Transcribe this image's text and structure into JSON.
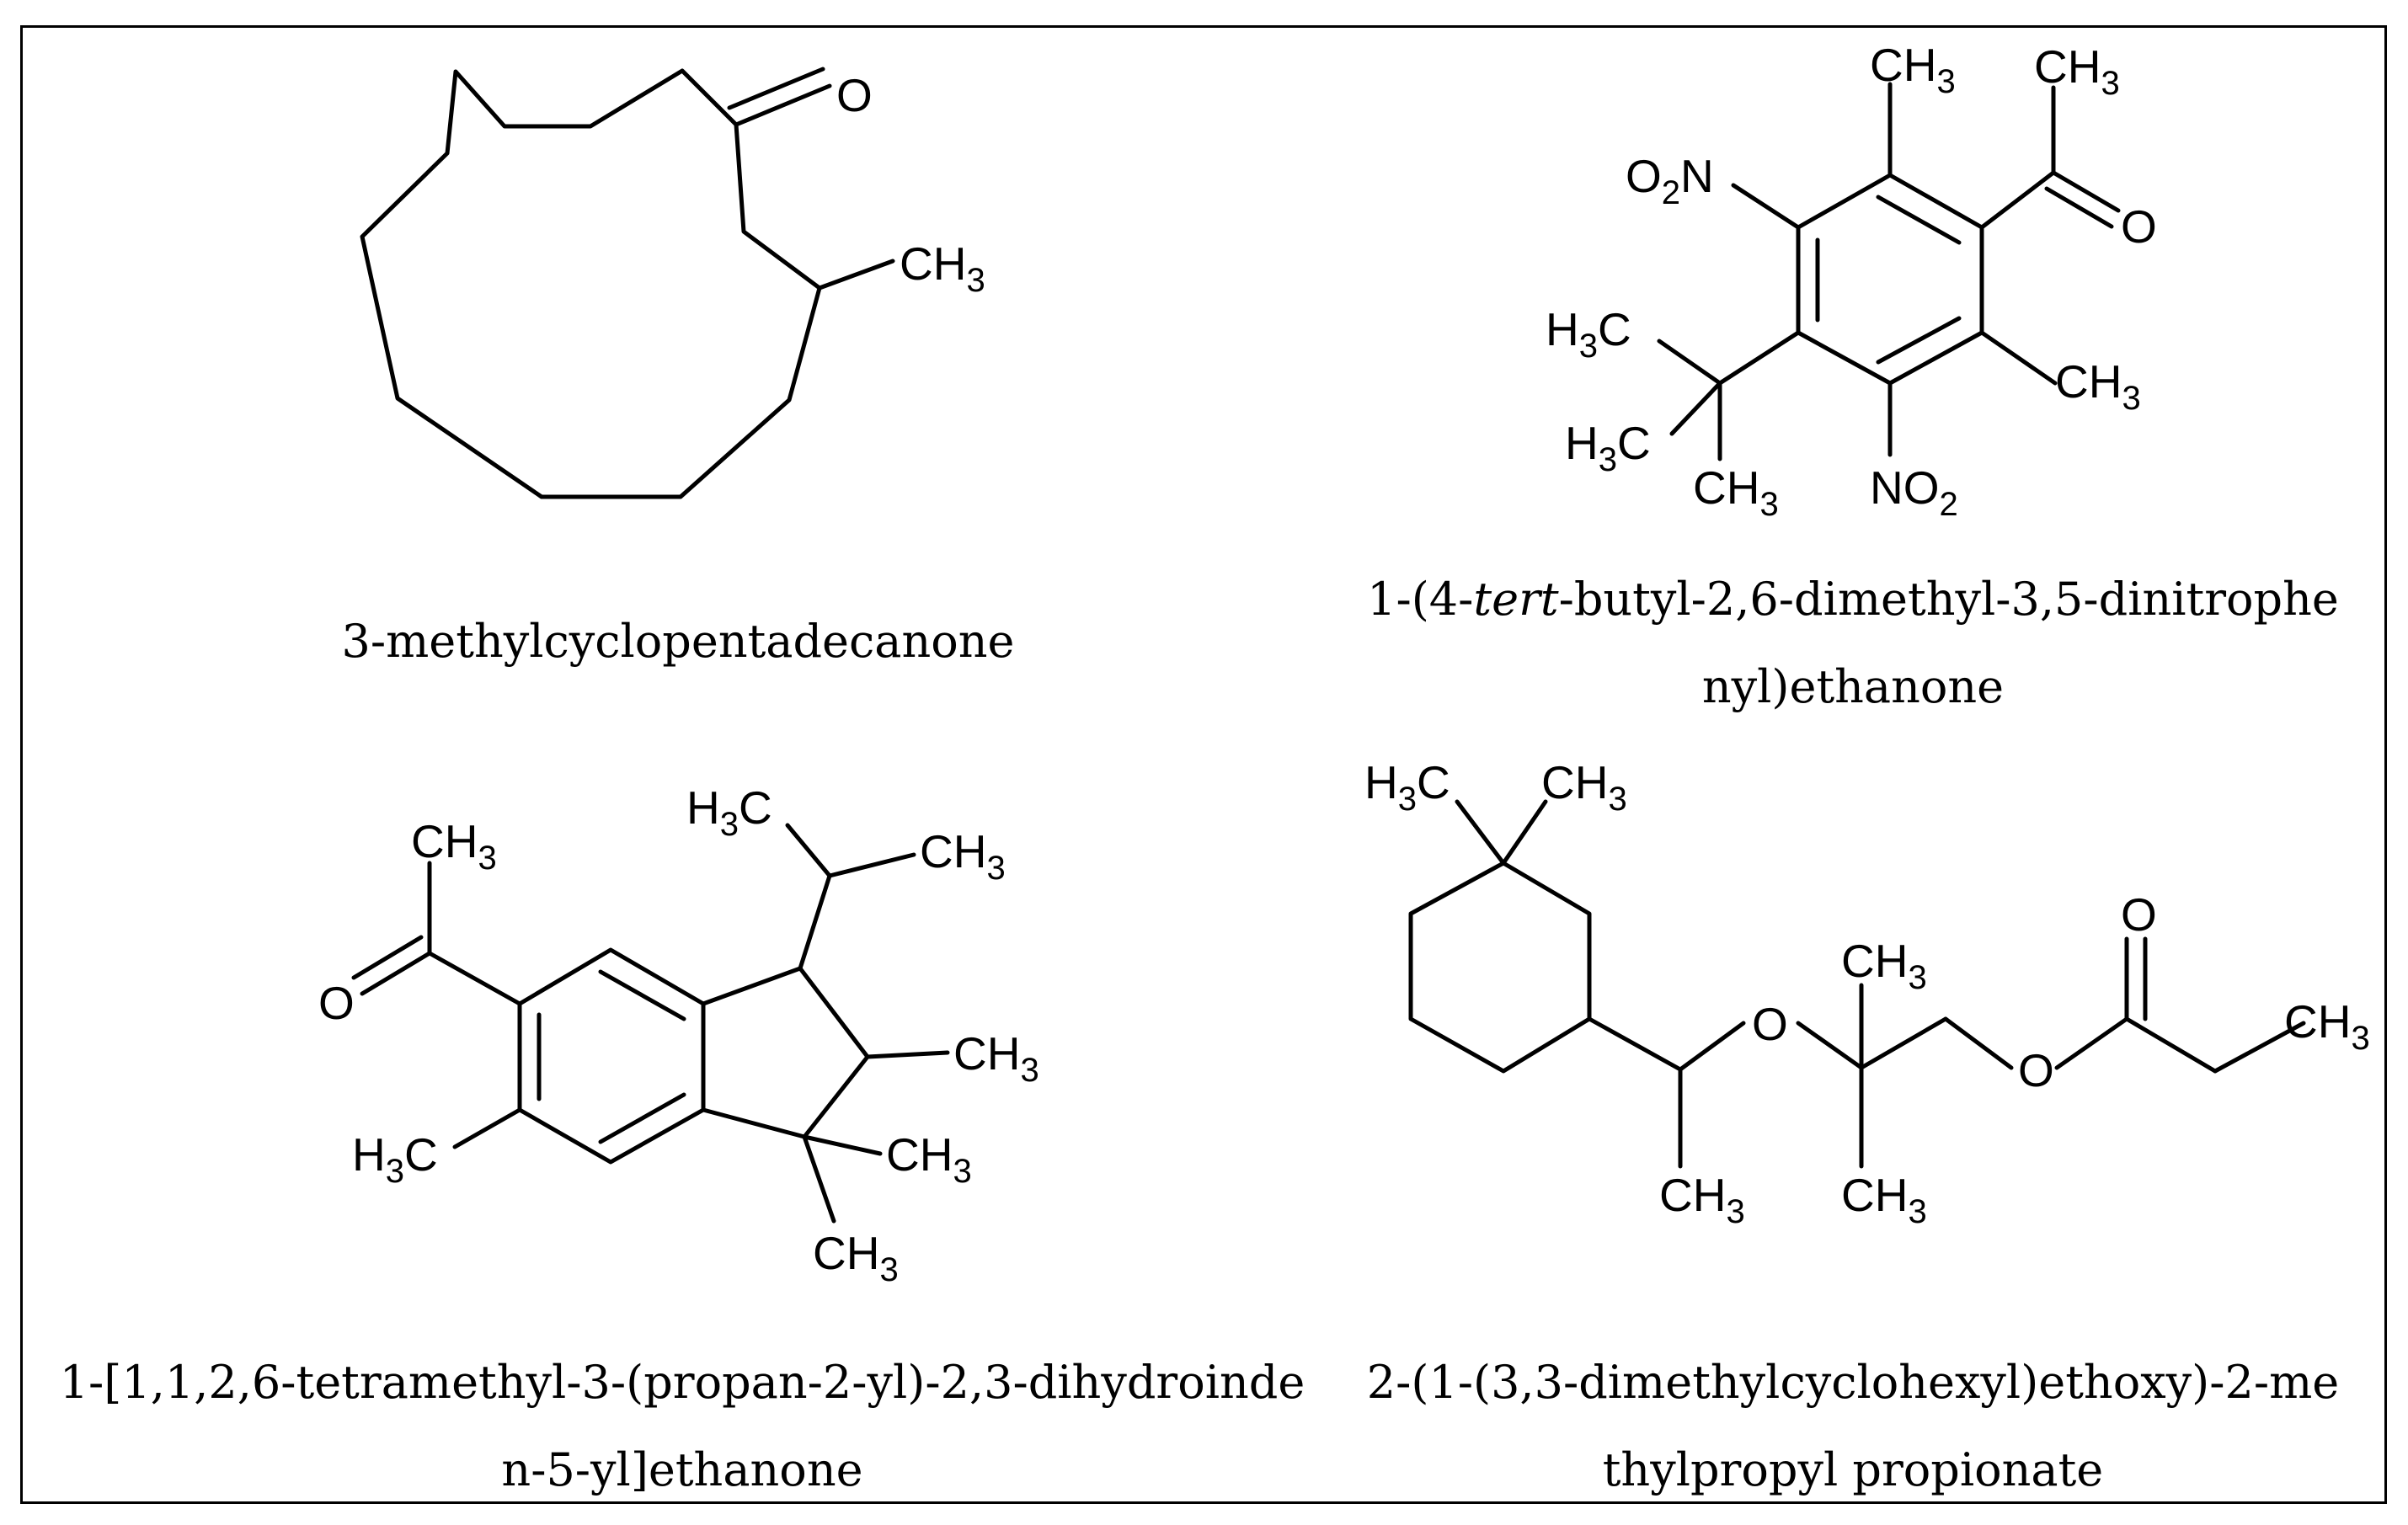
{
  "compounds": [
    {
      "name_lines": [
        "3-methylcyclopentadecanone"
      ],
      "atoms": {
        "o": "O",
        "ch3": "CH",
        "sub3": "3"
      }
    },
    {
      "name_parts": {
        "pre": "1-(4-",
        "ital": "tert",
        "post": "-butyl-2,6-dimethyl-3,5-dinitrophe"
      },
      "name_line2": "nyl)ethanone",
      "atoms": {
        "o": "O",
        "ch": "CH",
        "hc_h": "H",
        "hc_c": "C",
        "no_n": "N",
        "no_o": "O",
        "o_in_no2": "O",
        "n_in_no2": "N",
        "three": "3",
        "two": "2"
      }
    },
    {
      "name_lines": [
        "1-[1,1,2,6-tetramethyl-3-(propan-2-yl)-2,3-dihydroinde",
        "n-5-yl]ethanone"
      ],
      "atoms": {
        "o": "O",
        "ch": "CH",
        "h": "H",
        "c": "C",
        "three": "3"
      }
    },
    {
      "name_lines": [
        "2-(1-(3,3-dimethylcyclohexyl)ethoxy)-2-me",
        "thylpropyl propionate"
      ],
      "atoms": {
        "o": "O",
        "ch": "CH",
        "h": "H",
        "c": "C",
        "three": "3"
      }
    }
  ]
}
